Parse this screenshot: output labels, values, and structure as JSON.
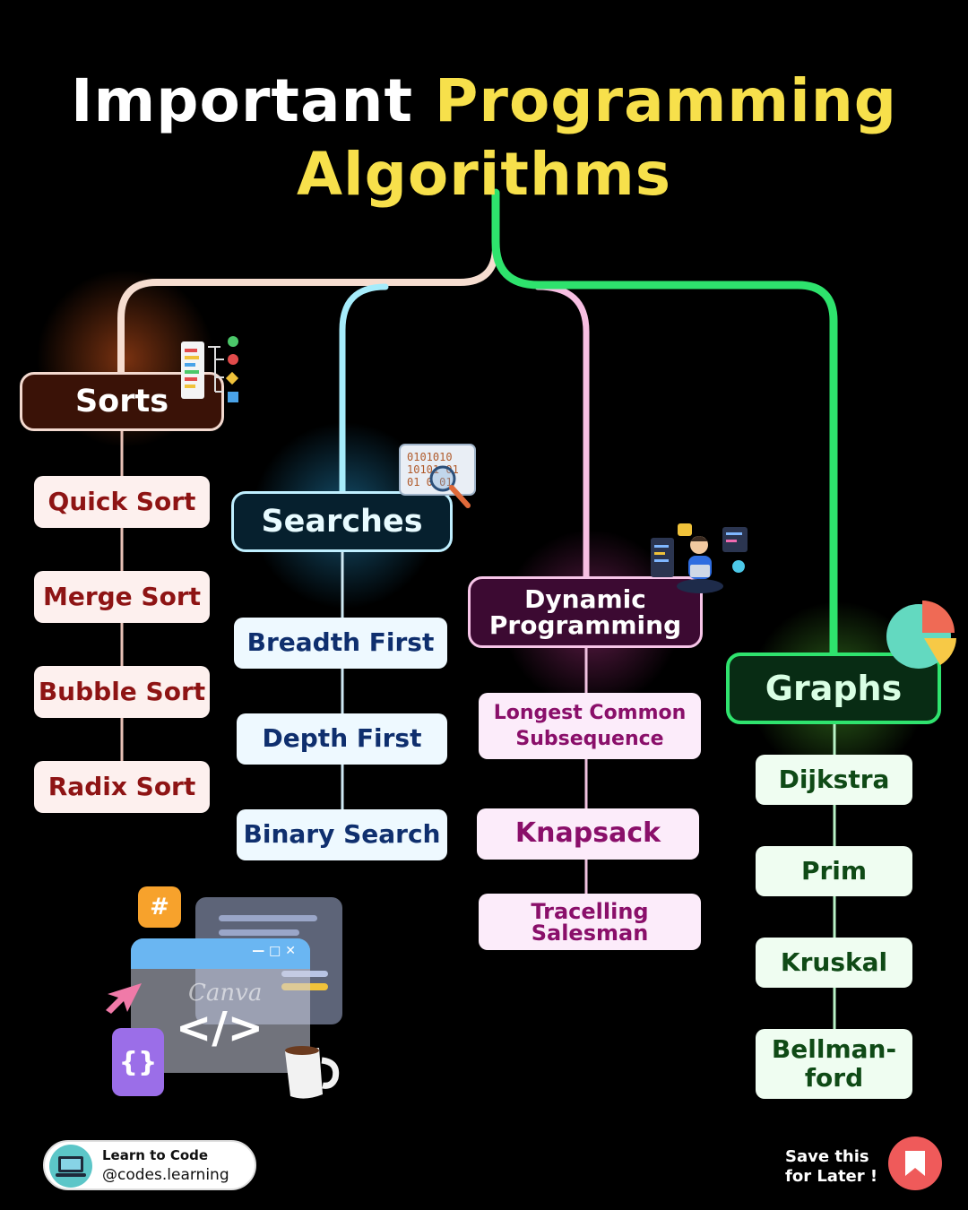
{
  "title": {
    "line1_a": "Important ",
    "line1_b": "Programming",
    "line2": "Algorithms"
  },
  "colors": {
    "sorts": "#f3d9cf",
    "searches": "#9fe6f7",
    "dynamic": "#f7bde0",
    "graphs": "#29e06a",
    "accent": "#f7e04b"
  },
  "sorts": {
    "heading": "Sorts",
    "items": [
      "Quick Sort",
      "Merge Sort",
      "Bubble Sort",
      "Radix Sort"
    ]
  },
  "searches": {
    "heading": "Searches",
    "items": [
      "Breadth First",
      "Depth First",
      "Binary Search"
    ]
  },
  "dynamic": {
    "heading_line1": "Dynamic",
    "heading_line2": "Programming",
    "items": [
      {
        "l1": "Longest Common",
        "l2": "Subsequence"
      },
      {
        "l1": "Knapsack",
        "l2": ""
      },
      {
        "l1": "Tracelling",
        "l2": "Salesman"
      }
    ]
  },
  "graphs": {
    "heading": "Graphs",
    "items": [
      {
        "l1": "Dijkstra",
        "l2": ""
      },
      {
        "l1": "Prim",
        "l2": ""
      },
      {
        "l1": "Kruskal",
        "l2": ""
      },
      {
        "l1": "Bellman-",
        "l2": "ford"
      }
    ]
  },
  "illustration": {
    "hash": "#",
    "braces": "{}",
    "code_tag": "</>",
    "watermark": "Canva"
  },
  "footer": {
    "brand": "Learn to Code",
    "handle": "@codes.learning",
    "save_line1": "Save this",
    "save_line2": "for Later !"
  }
}
